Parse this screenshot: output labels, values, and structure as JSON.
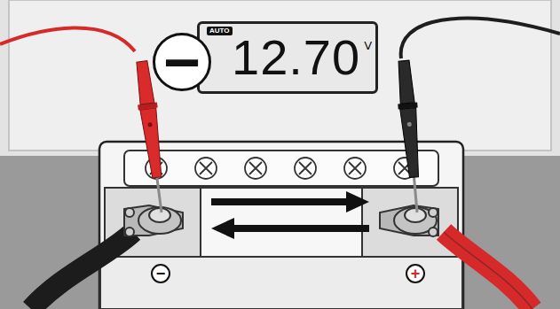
{
  "diagram": {
    "nodes": [
      {
        "text": [
          "12.70",
          "V"
        ]
      },
      {
        "text": [
          "AUTO"
        ],
        "in": 0
      },
      {
        "text": [
          "−"
        ]
      },
      {
        "text": [
          "−"
        ]
      },
      {
        "text": [
          "+"
        ]
      }
    ]
  }
}
